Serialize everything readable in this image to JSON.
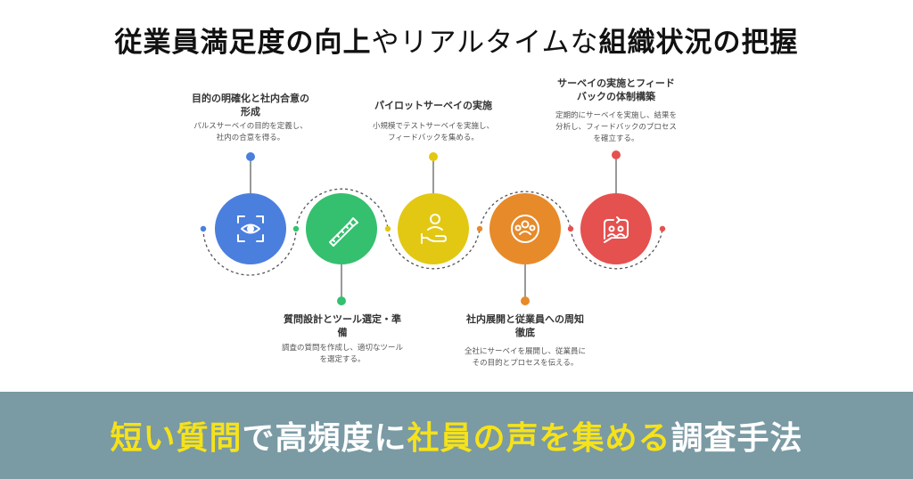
{
  "title": {
    "part1": "従業員満足度の向上",
    "part2": "やリアルタイムな",
    "part3": "組織状況の把握"
  },
  "steps": [
    {
      "heading": "目的の明確化と社内合意の形成",
      "description": "パルスサーベイの目的を定義し、社内の合意を得る。",
      "color": "#4a7fde",
      "icon": "eye-scan-icon"
    },
    {
      "heading": "質問設計とツール選定・準備",
      "description": "調査の質問を作成し、適切なツールを選定する。",
      "color": "#34c06e",
      "icon": "saw-icon"
    },
    {
      "heading": "パイロットサーベイの実施",
      "description": "小規模でテストサーベイを実施し、フィードバックを集める。",
      "color": "#e2c812",
      "icon": "hand-person-icon"
    },
    {
      "heading": "社内展開と従業員への周知徹底",
      "description": "全社にサーベイを展開し、従業員にその目的とプロセスを伝える。",
      "color": "#e78a2a",
      "icon": "group-icon"
    },
    {
      "heading": "サーベイの実施とフィードバックの体制構築",
      "description": "定期的にサーベイを実施し、結果を分析し、フィードバックのプロセスを確立する。",
      "color": "#e5514f",
      "icon": "chat-people-icon"
    }
  ],
  "banner": {
    "part1": "短い質問",
    "part2": "で高頻度に",
    "part3": "社員の声を集める",
    "part4": "調査手法"
  }
}
